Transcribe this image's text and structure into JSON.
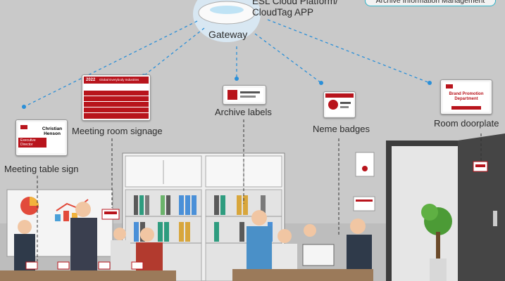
{
  "header": {
    "platform_line1": "ESL Cloud Platform/",
    "platform_line2": "CloudTag APP",
    "archive_pill": "Archive Information Management"
  },
  "gateway": {
    "label": "Gateway"
  },
  "devices": {
    "meeting_table_sign": {
      "label": "Meeting table sign",
      "name_line1": "Christian",
      "name_line2": "Henson",
      "title_line1": "Executive",
      "title_line2": "Director"
    },
    "meeting_room_signage": {
      "label": "Meeting room signage",
      "year": "2022",
      "event": "Global Everybody Industries Forum"
    },
    "archive_labels": {
      "label": "Archive labels"
    },
    "name_badges": {
      "label": "Neme badges"
    },
    "room_doorplate": {
      "label": "Room doorplate",
      "line1": "Brand Promotion",
      "line2": "Department"
    }
  },
  "colors": {
    "brand_red": "#b8141c",
    "link_blue": "#2a8fd8",
    "background": "#c9c9c9"
  }
}
